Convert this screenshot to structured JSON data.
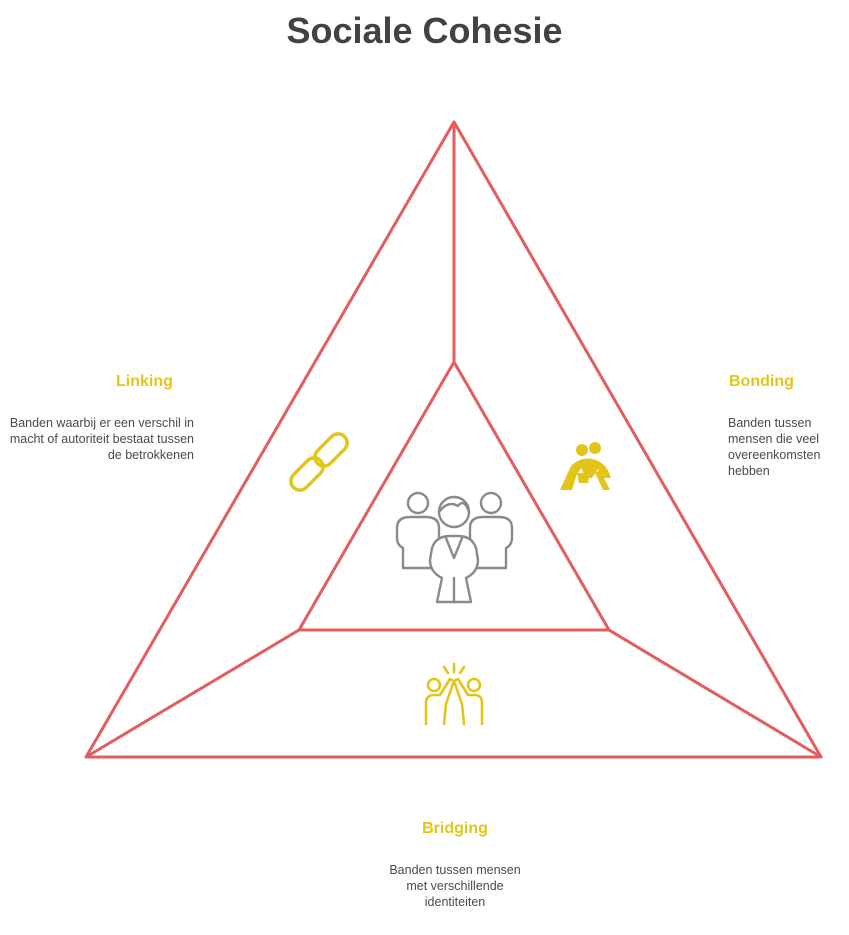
{
  "title": "Sociale Cohesie",
  "colors": {
    "outline": "#e25d5d",
    "accent": "#e3c51a",
    "icon_gray": "#8a8a8a",
    "text": "#4a4a4a"
  },
  "sections": {
    "linking": {
      "title": "Linking",
      "description": "Banden waarbij er een verschil in macht of autoriteit bestaat tussen de betrokkenen",
      "icon": "chain-link-icon"
    },
    "bonding": {
      "title": "Bonding",
      "description": "Banden tussen mensen die veel overeenkomsten hebben",
      "icon": "people-embrace-icon"
    },
    "bridging": {
      "title": "Bridging",
      "description": "Banden tussen mensen met verschillende identiteiten",
      "icon": "high-five-icon"
    },
    "center": {
      "icon": "community-group-icon"
    }
  }
}
